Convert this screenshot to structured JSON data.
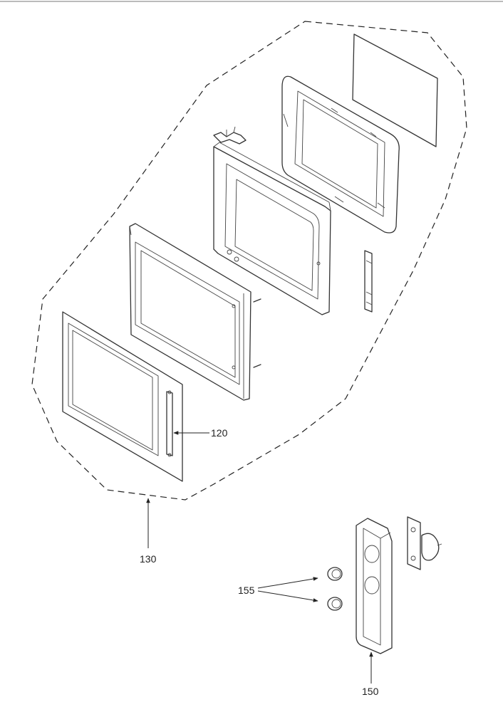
{
  "callouts": {
    "door_handle": "120",
    "door_assembly": "130",
    "knob": "155",
    "control_panel": "150"
  }
}
